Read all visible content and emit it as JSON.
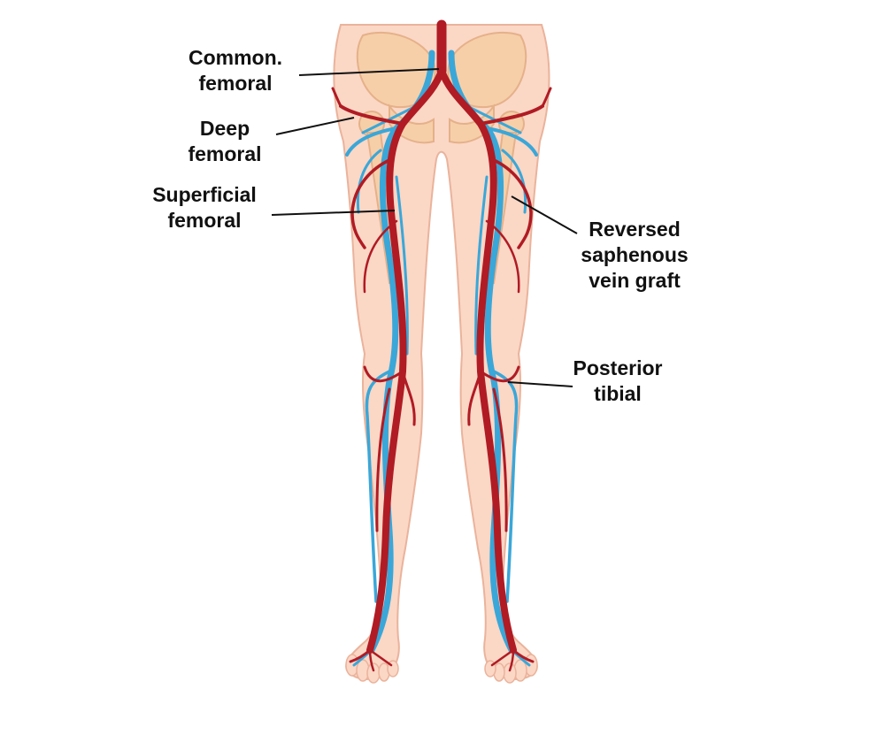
{
  "labels": {
    "common_femoral": {
      "line1": "Common.",
      "line2": "femoral"
    },
    "deep_femoral": {
      "line1": "Deep",
      "line2": "femoral"
    },
    "superficial_femoral": {
      "line1": "Superficial",
      "line2": "femoral"
    },
    "reversed_graft": {
      "line1": "Reversed",
      "line2": "saphenous",
      "line3": "vein graft"
    },
    "posterior_tibial": {
      "line1": "Posterior",
      "line2": "tibial"
    }
  },
  "colors": {
    "skin": "#fbd7c6",
    "skin_outline": "#eab39b",
    "bone": "#f6cfa6",
    "artery": "#b01b24",
    "artery_dark": "#7f0f17",
    "vein": "#3aa7d8",
    "leader_line": "#111111"
  }
}
